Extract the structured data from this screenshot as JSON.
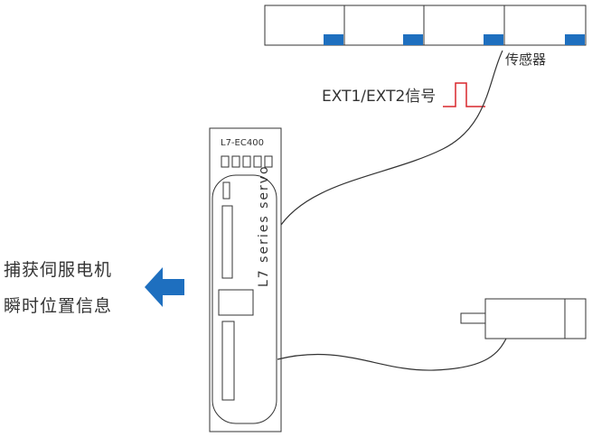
{
  "labels": {
    "sensor": "传感器",
    "signal": "EXT1/EXT2信号",
    "capture_line1": "捕获伺服电机",
    "capture_line2": "瞬时位置信息"
  },
  "drive": {
    "model": "L7-EC400",
    "series_text": "L7 series servo"
  },
  "colors": {
    "accent_blue": "#1e6fbf",
    "signal_red": "#d9262c",
    "line": "#333333",
    "text": "#333333"
  }
}
